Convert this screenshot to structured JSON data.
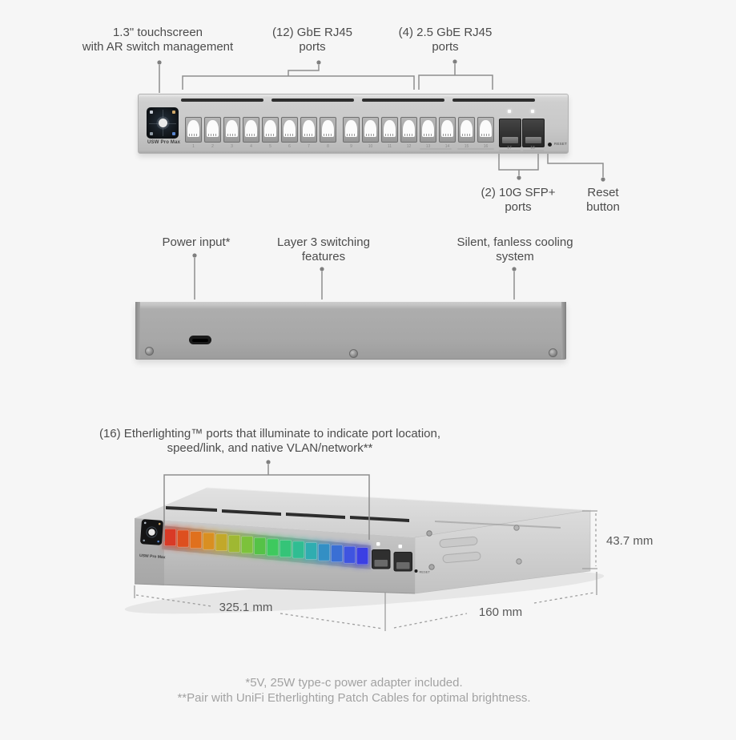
{
  "front": {
    "model": "USW Pro Max",
    "reset_text": "RESET",
    "port_numbers": [
      "1",
      "2",
      "3",
      "4",
      "5",
      "6",
      "7",
      "8",
      "9",
      "10",
      "11",
      "12",
      "13",
      "14",
      "15",
      "16"
    ],
    "sfp_numbers": [
      "17",
      "18"
    ],
    "labels": {
      "touchscreen": {
        "line1": "1.3\" touchscreen",
        "line2": "with AR switch management"
      },
      "gbe": {
        "line1": "(12) GbE RJ45",
        "line2": "ports"
      },
      "gbe25": {
        "line1": "(4) 2.5 GbE RJ45",
        "line2": "ports"
      },
      "sfp": {
        "line1": "(2) 10G SFP+",
        "line2": "ports"
      },
      "reset": {
        "line1": "Reset",
        "line2": "button"
      }
    }
  },
  "rear": {
    "labels": {
      "power": {
        "line1": "Power input*"
      },
      "layer3": {
        "line1": "Layer 3 switching",
        "line2": "features"
      },
      "cooling": {
        "line1": "Silent, fanless cooling",
        "line2": "system"
      }
    }
  },
  "iso": {
    "model": "USW Pro Max",
    "reset_text": "RESET",
    "label": {
      "line1": "(16) Etherlighting™ ports that illuminate to indicate port location,",
      "line2": "speed/link, and native VLAN/network**"
    },
    "dimensions": {
      "height": "43.7 mm",
      "width": "325.1 mm",
      "depth": "160 mm"
    },
    "port_colors": [
      "#d93a26",
      "#dd4f1f",
      "#e0701d",
      "#d98f21",
      "#c2a82a",
      "#9fb832",
      "#7cc23b",
      "#55c247",
      "#3ec95e",
      "#35c478",
      "#30bd92",
      "#2fadb0",
      "#338fc4",
      "#3a6fd4",
      "#3f54e0",
      "#3b3fe4"
    ]
  },
  "footnotes": {
    "line1": "*5V, 25W type-c power adapter included.",
    "line2": "**Pair with UniFi Etherlighting Patch Cables for optimal brightness."
  },
  "colors": {
    "annotation_line": "#8e8e8e",
    "dimension_line": "#9e9e9e",
    "label_text": "#4c4c4c",
    "footnote_text": "#a2a2a2",
    "background": "#f6f6f6"
  }
}
